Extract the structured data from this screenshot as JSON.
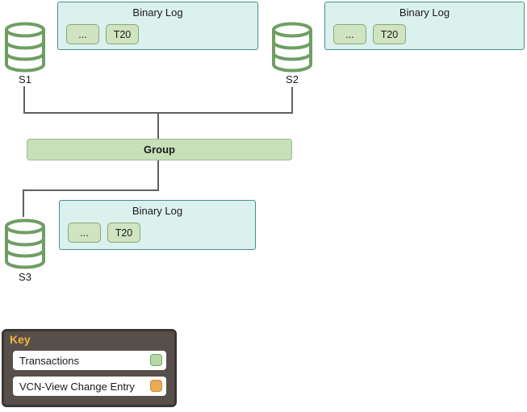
{
  "servers": [
    {
      "label": "S1"
    },
    {
      "label": "S2"
    },
    {
      "label": "S3"
    }
  ],
  "binary_logs": [
    {
      "title": "Binary Log",
      "entries": [
        "...",
        "T20"
      ]
    },
    {
      "title": "Binary Log",
      "entries": [
        "...",
        "T20"
      ]
    },
    {
      "title": "Binary Log",
      "entries": [
        "...",
        "T20"
      ]
    }
  ],
  "group": {
    "label": "Group"
  },
  "legend": {
    "title": "Key",
    "items": [
      {
        "label": "Transactions"
      },
      {
        "label": "VCN-View Change Entry"
      }
    ]
  },
  "colors": {
    "binlog_fill": "#dbf1ee",
    "binlog_border": "#43908a",
    "chip_fill": "#d0e4c1",
    "chip_border": "#86a877",
    "group_fill": "#c7e0b8",
    "group_border": "#9fb79a",
    "cylinder_green": "#6f9e63",
    "line_gray": "#606060",
    "key_bg": "#57504a",
    "key_border": "#3a3633",
    "key_title": "#efb341",
    "swatch_transactions_fill": "#b5d8a7",
    "swatch_transactions_border": "#7aa56c",
    "swatch_vcn_fill": "#e9ab55",
    "swatch_vcn_border": "#c8893b"
  }
}
